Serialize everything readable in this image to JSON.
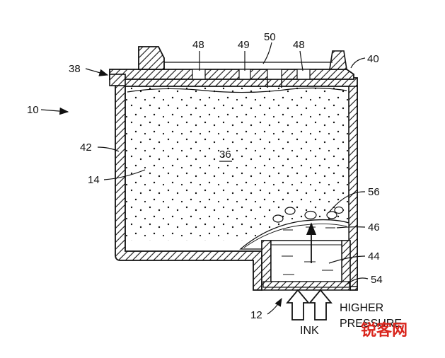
{
  "labels": {
    "device": "10",
    "lid_left": "38",
    "lid_right": "40",
    "wall": "42",
    "foam": "14",
    "chamber": "36",
    "filter_a": "48",
    "vent": "49",
    "cover": "50",
    "filter_b": "48",
    "bubbles": "56",
    "meniscus": "46",
    "standpipe": "44",
    "screen": "54",
    "outlet": "12"
  },
  "captions": {
    "ink": "INK",
    "pressure_line1": "HIGHER",
    "pressure_line2": "PRESSURE"
  },
  "watermark": "锐客网",
  "colors": {
    "stroke": "#111111",
    "watermark": "#d9251c"
  }
}
